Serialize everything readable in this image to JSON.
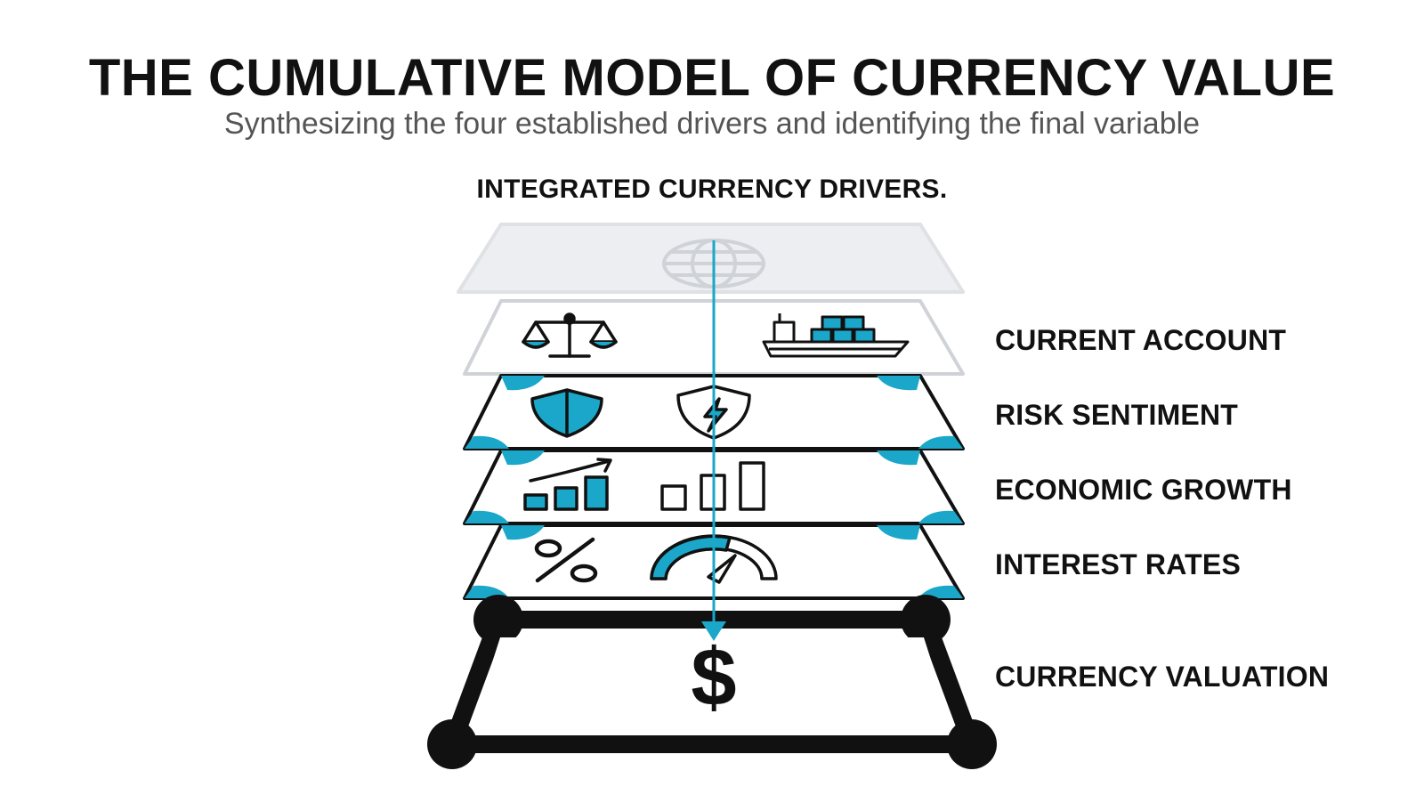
{
  "header": {
    "title": "THE CUMULATIVE MODEL OF CURRENCY VALUE",
    "subtitle": "Synthesizing the four established drivers and identifying the final variable"
  },
  "diagram": {
    "heading": "INTEGRATED CURRENCY DRIVERS.",
    "layers": [
      {
        "id": "global",
        "label": "",
        "icons": [
          "globe-icon"
        ],
        "state": "faded"
      },
      {
        "id": "current-account",
        "label": "CURRENT ACCOUNT",
        "icons": [
          "balance-scale-icon",
          "cargo-ship-icon"
        ],
        "state": "light"
      },
      {
        "id": "risk-sentiment",
        "label": "RISK SENTIMENT",
        "icons": [
          "shield-icon",
          "shield-lightning-icon"
        ],
        "state": "active"
      },
      {
        "id": "economic-growth",
        "label": "ECONOMIC GROWTH",
        "icons": [
          "growth-bar-chart-icon",
          "bar-chart-icon"
        ],
        "state": "active"
      },
      {
        "id": "interest-rates",
        "label": "INTEREST RATES",
        "icons": [
          "percent-icon",
          "gauge-icon"
        ],
        "state": "active"
      }
    ],
    "result": {
      "label": "CURRENCY VALUATION",
      "symbol": "$",
      "icon": "banknote-icon"
    },
    "colors": {
      "accent": "#1aa7c9",
      "ink": "#111111",
      "faded": "#d4d6da",
      "faded_fill": "#eceef1"
    }
  }
}
